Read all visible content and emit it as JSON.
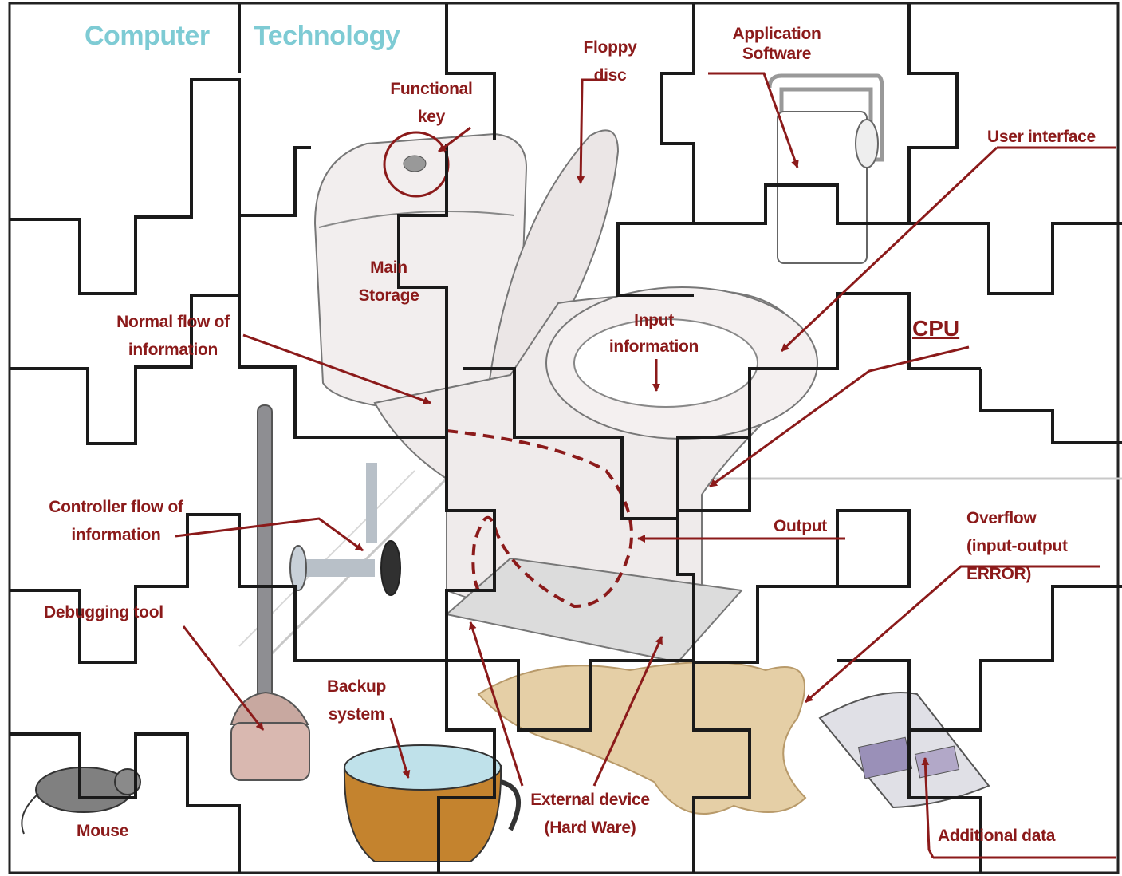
{
  "title": {
    "word1": "Computer",
    "word2": "Technology"
  },
  "labels": {
    "functional_key": [
      "Functional",
      "key"
    ],
    "floppy_disc": [
      "Floppy",
      "disc"
    ],
    "application_software": [
      "Application",
      "Software"
    ],
    "user_interface": "User interface",
    "main_storage": [
      "Main",
      "Storage"
    ],
    "normal_flow": [
      "Normal flow of",
      "information"
    ],
    "input_information": [
      "Input",
      "information"
    ],
    "cpu": "CPU",
    "controller_flow": [
      "Controller flow of",
      "information"
    ],
    "output": "Output",
    "overflow": [
      "Overflow",
      "(input-output",
      "ERROR)"
    ],
    "debugging_tool": "Debugging tool",
    "backup_system": [
      "Backup",
      "system"
    ],
    "external_device": [
      "External device",
      "(Hard Ware)"
    ],
    "mouse": "Mouse",
    "additional_data": "Additional data"
  },
  "colors": {
    "label": "#8b1a1a",
    "title": "#7ecbd4",
    "puzzle_lines": "#1a1a1a"
  }
}
